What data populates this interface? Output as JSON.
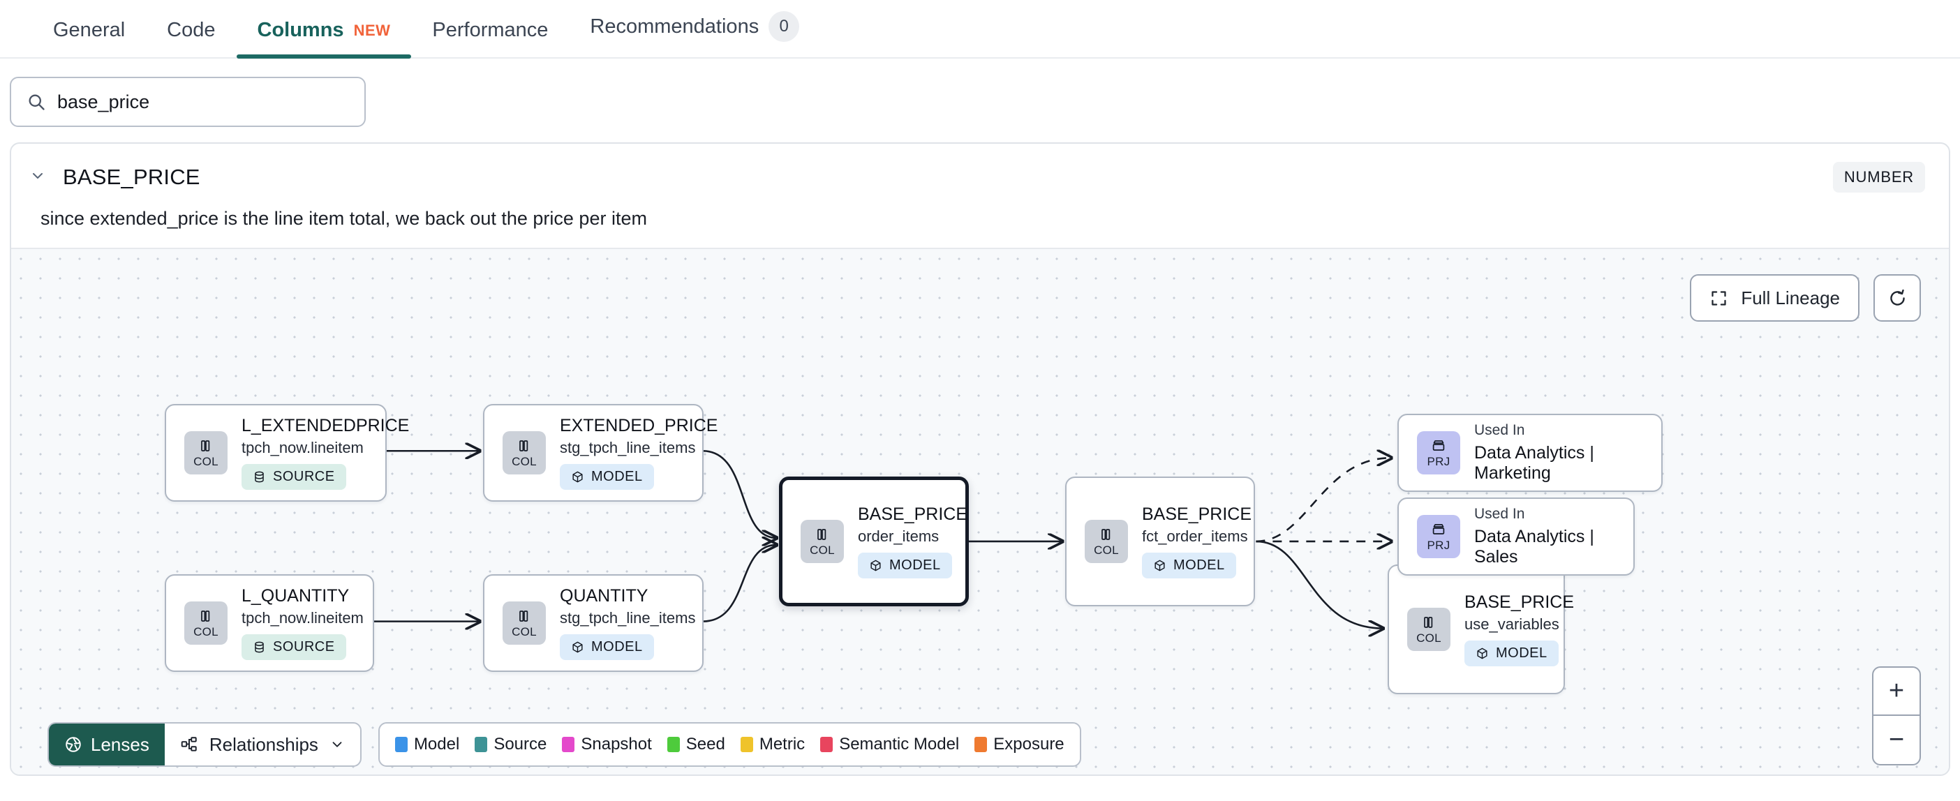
{
  "tabs": [
    {
      "label": "General",
      "active": false
    },
    {
      "label": "Code",
      "active": false
    },
    {
      "label": "Columns",
      "active": true,
      "badge": "NEW"
    },
    {
      "label": "Performance",
      "active": false
    },
    {
      "label": "Recommendations",
      "active": false,
      "count": "0"
    }
  ],
  "search": {
    "value": "base_price",
    "placeholder": "Search columns",
    "icon": "search-icon"
  },
  "column": {
    "name": "BASE_PRICE",
    "type_badge": "NUMBER",
    "description": "since extended_price is the line item total, we back out the price per item",
    "chevron": "chevron-down-icon"
  },
  "canvas": {
    "full_lineage_label": "Full Lineage",
    "refresh_icon": "refresh-icon",
    "expand_icon": "expand-icon",
    "zoom_in": "+",
    "zoom_out": "−",
    "lenses_label": "Lenses",
    "relationships_label": "Relationships",
    "legend": [
      {
        "label": "Model",
        "color": "#3b93e8"
      },
      {
        "label": "Source",
        "color": "#3e9396"
      },
      {
        "label": "Snapshot",
        "color": "#e449cb"
      },
      {
        "label": "Seed",
        "color": "#4ecb3c"
      },
      {
        "label": "Metric",
        "color": "#efc32b"
      },
      {
        "label": "Semantic Model",
        "color": "#e8455e"
      },
      {
        "label": "Exposure",
        "color": "#ef7a30"
      }
    ]
  },
  "nodes": [
    {
      "id": "l_extendedprice",
      "kind": "COL",
      "kind_type": "col",
      "title": "L_EXTENDEDPRICE",
      "sub": "tpch_now.lineitem",
      "badge": "SOURCE",
      "badge_type": "source",
      "selected": false
    },
    {
      "id": "l_quantity",
      "kind": "COL",
      "kind_type": "col",
      "title": "L_QUANTITY",
      "sub": "tpch_now.lineitem",
      "badge": "SOURCE",
      "badge_type": "source",
      "selected": false
    },
    {
      "id": "extended_price",
      "kind": "COL",
      "kind_type": "col",
      "title": "EXTENDED_PRICE",
      "sub": "stg_tpch_line_items",
      "badge": "MODEL",
      "badge_type": "model",
      "selected": false
    },
    {
      "id": "quantity",
      "kind": "COL",
      "kind_type": "col",
      "title": "QUANTITY",
      "sub": "stg_tpch_line_items",
      "badge": "MODEL",
      "badge_type": "model",
      "selected": false
    },
    {
      "id": "base_price_order_items",
      "kind": "COL",
      "kind_type": "col",
      "title": "BASE_PRICE",
      "sub": "order_items",
      "badge": "MODEL",
      "badge_type": "model",
      "selected": true
    },
    {
      "id": "base_price_fct",
      "kind": "COL",
      "kind_type": "col",
      "title": "BASE_PRICE",
      "sub": "fct_order_items",
      "badge": "MODEL",
      "badge_type": "model",
      "selected": false
    },
    {
      "id": "base_price_vars",
      "kind": "COL",
      "kind_type": "col",
      "title": "BASE_PRICE",
      "sub": "use_variables",
      "badge": "MODEL",
      "badge_type": "model",
      "selected": false
    }
  ],
  "project_nodes": [
    {
      "id": "prj_marketing",
      "kind": "PRJ",
      "kicker": "Used In",
      "name": "Data Analytics | Marketing"
    },
    {
      "id": "prj_sales",
      "kind": "PRJ",
      "kicker": "Used In",
      "name": "Data Analytics | Sales"
    }
  ]
}
